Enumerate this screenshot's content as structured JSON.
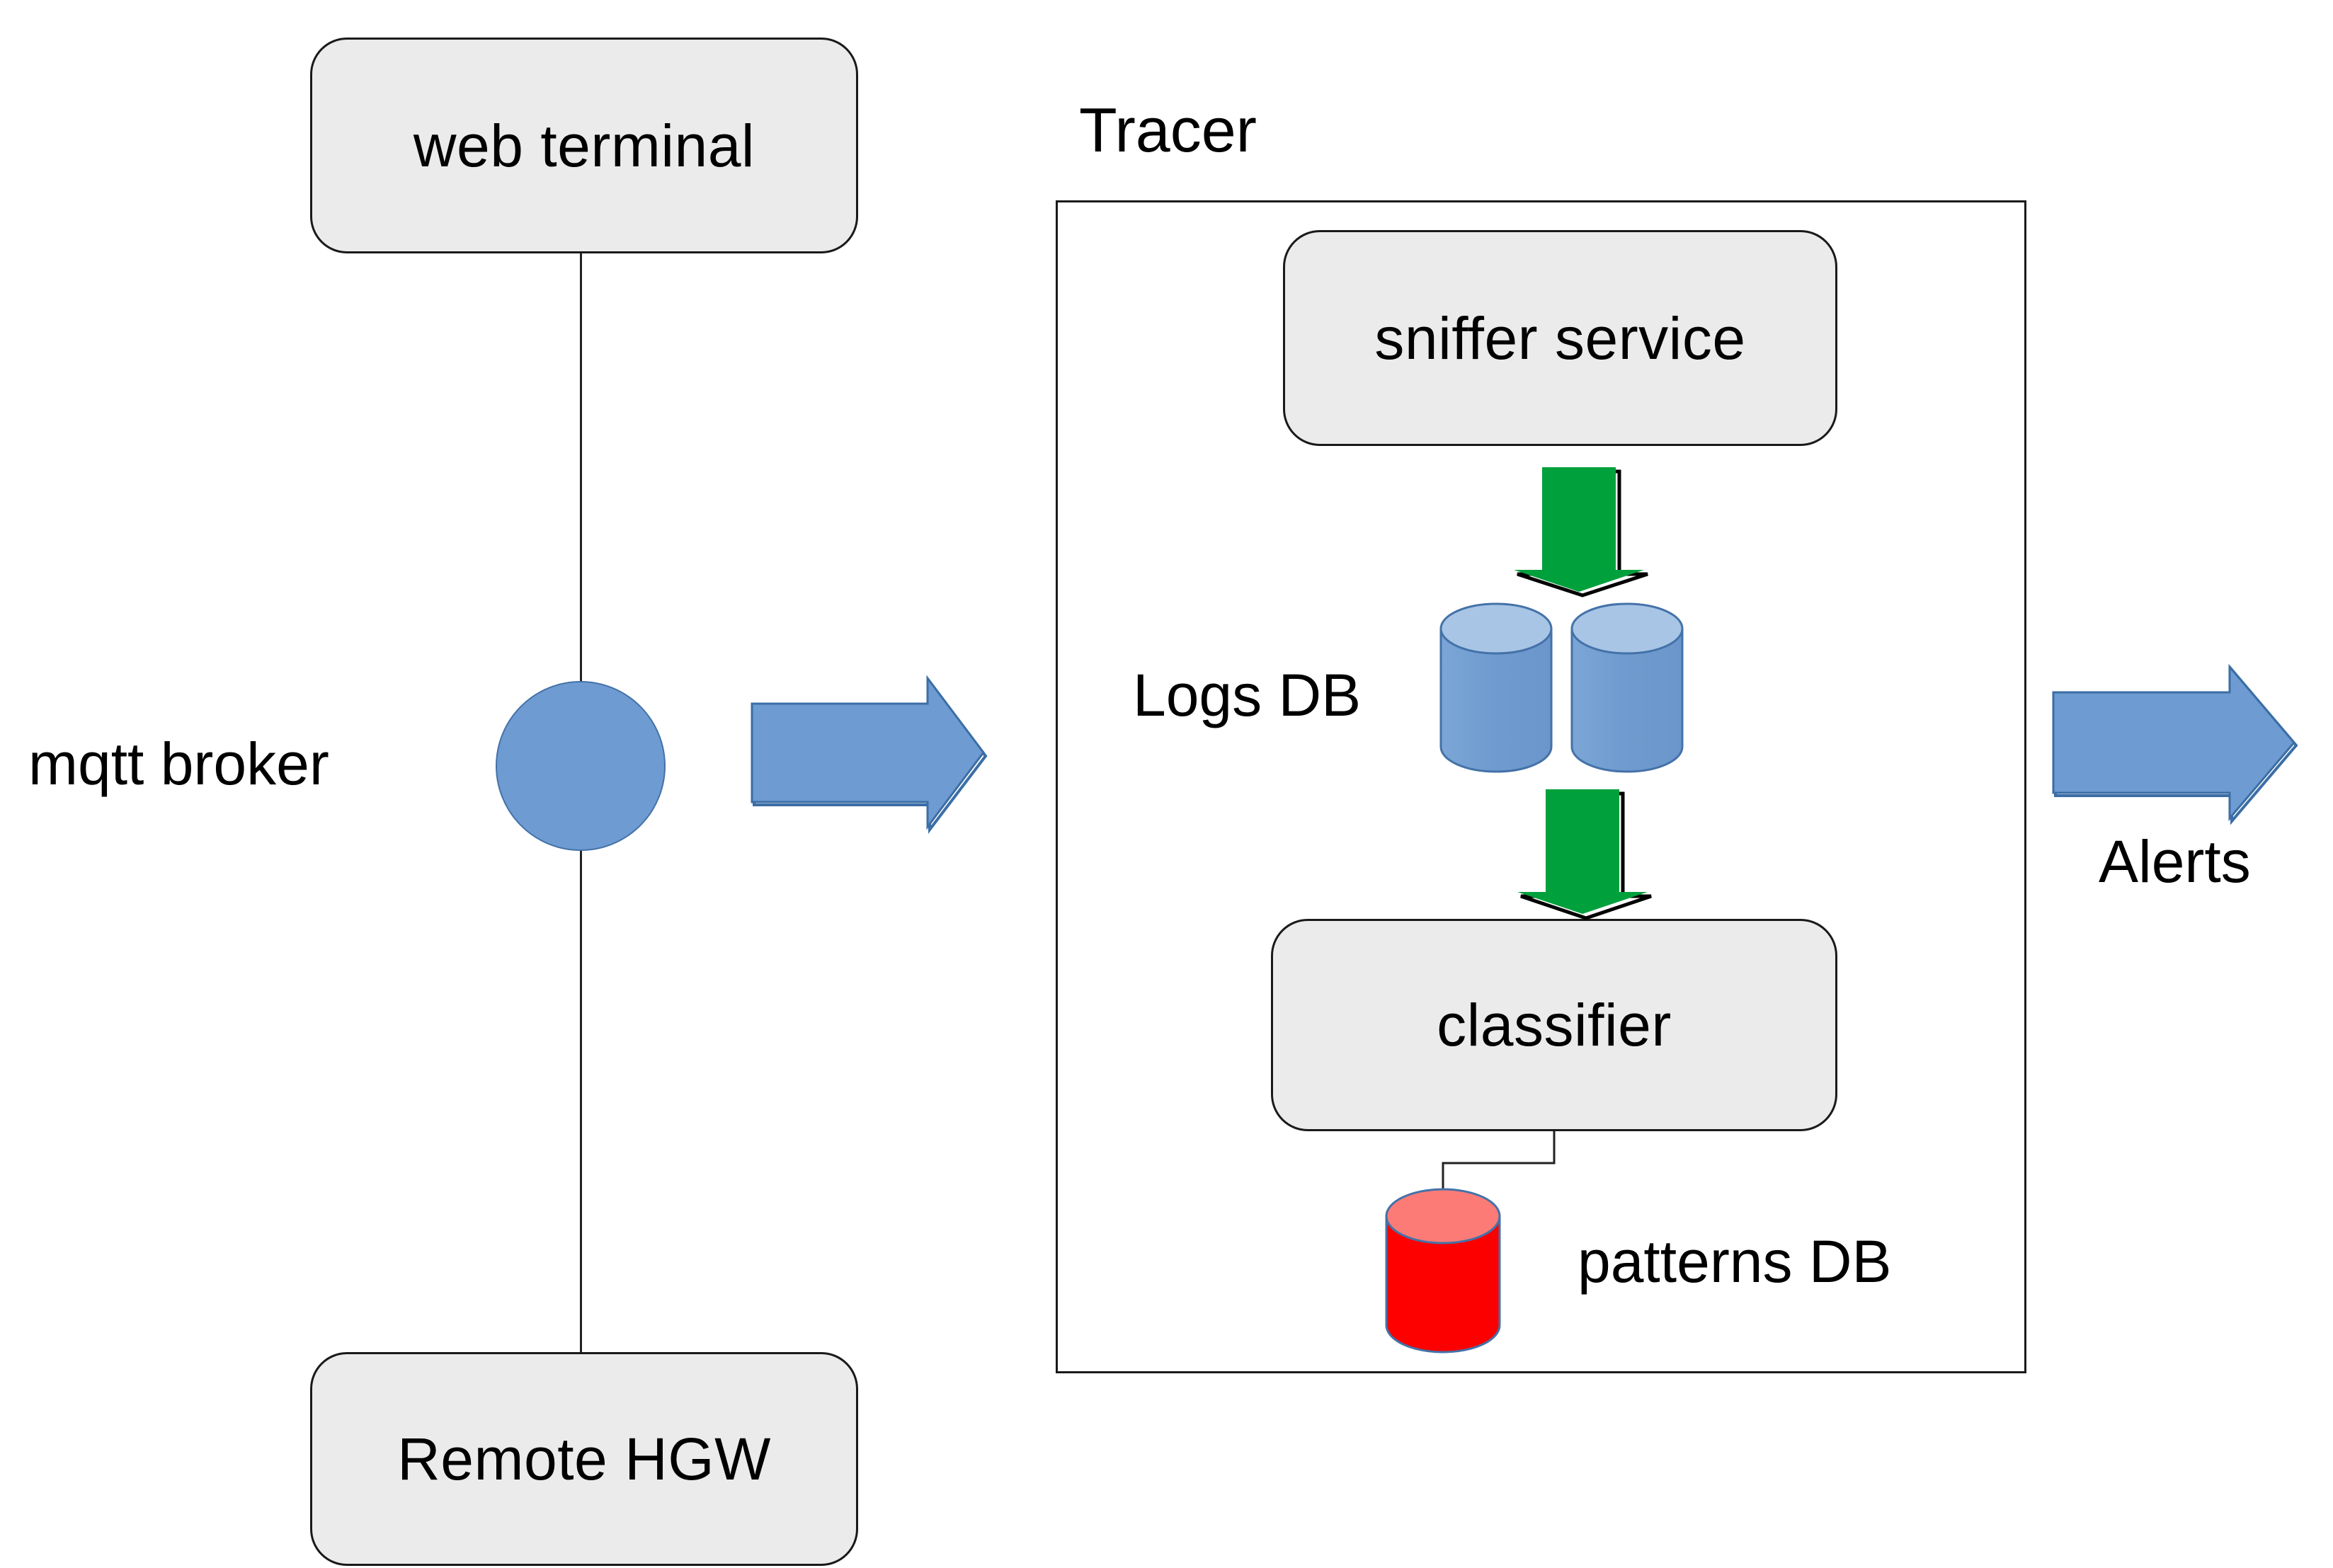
{
  "diagram": {
    "title_node": "web terminal",
    "nodes": [
      {
        "id": "web-terminal",
        "label": "web terminal"
      },
      {
        "id": "remote-hgw",
        "label": "Remote HGW"
      },
      {
        "id": "sniffer-service",
        "label": "sniffer service"
      },
      {
        "id": "classifier",
        "label": "classifier"
      }
    ],
    "labels": {
      "mqtt_broker": "mqtt broker",
      "tracer": "Tracer",
      "logs_db": "Logs DB",
      "patterns_db": "patterns DB",
      "alerts": "Alerts"
    },
    "colors": {
      "node_fill": "#ebebeb",
      "node_stroke": "#1a1a1a",
      "blue_arrow_fill": "#6e9bd1",
      "blue_arrow_stroke": "#3b6ea5",
      "green_arrow_fill": "#00a03c",
      "green_arrow_stroke": "#000000",
      "cylinder_blue_body": "#6e9bd1",
      "cylinder_blue_top": "#a8c5e6",
      "cylinder_red_body": "#fe0000",
      "cylinder_red_top": "#fd7b77",
      "line": "#222222",
      "background": "#ffffff"
    },
    "arrows": [
      {
        "id": "broker-to-tracer",
        "direction": "right",
        "color": "#6e9bd1"
      },
      {
        "id": "sniffer-to-logsdb",
        "direction": "down",
        "color": "#00a03c"
      },
      {
        "id": "logsdb-to-classifier",
        "direction": "down",
        "color": "#00a03c"
      },
      {
        "id": "tracer-to-alerts",
        "direction": "right",
        "color": "#6e9bd1"
      }
    ],
    "databases": [
      {
        "id": "logs-db",
        "label": "Logs DB",
        "cylinders": 2,
        "color": "#6e9bd1"
      },
      {
        "id": "patterns-db",
        "label": "patterns DB",
        "cylinders": 1,
        "color": "#fe0000"
      }
    ]
  }
}
